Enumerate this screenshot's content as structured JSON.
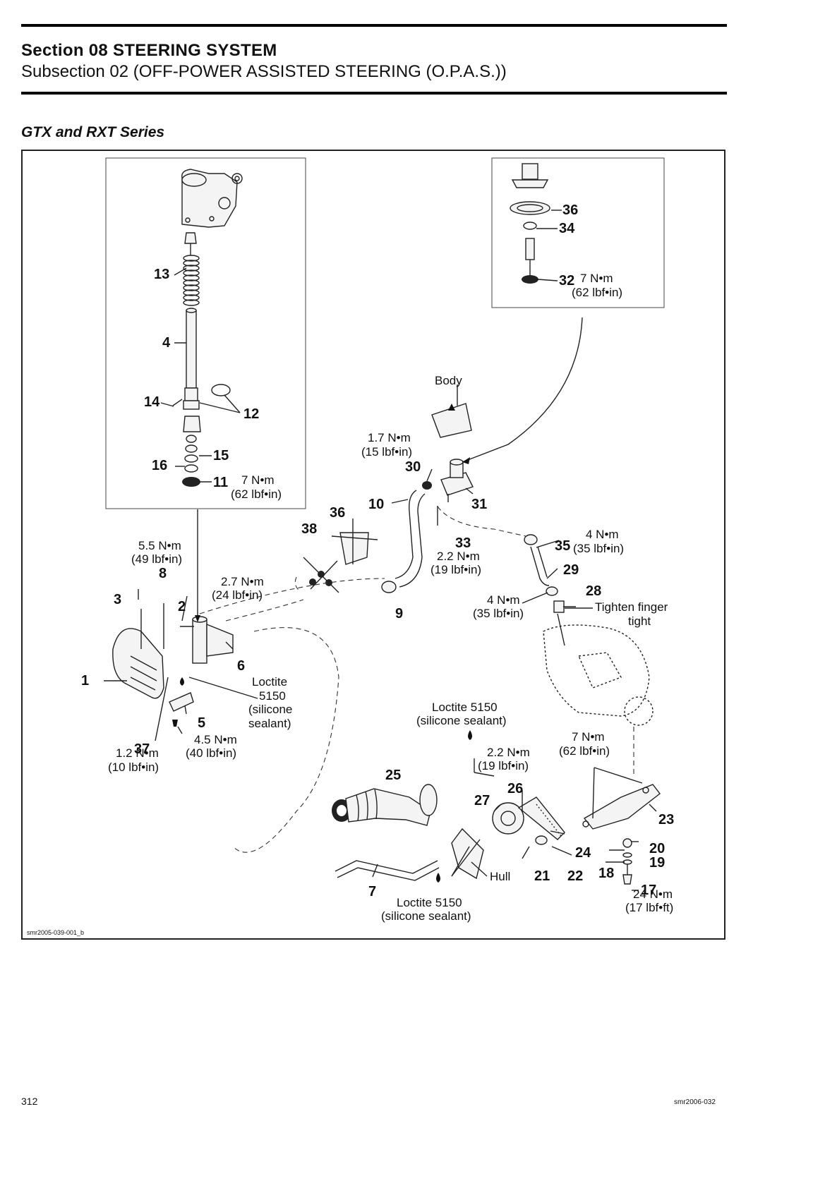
{
  "header": {
    "section": "Section 08 STEERING SYSTEM",
    "subsection": "Subsection 02 (OFF-POWER ASSISTED STEERING (O.P.A.S.))"
  },
  "series_heading": "GTX and RXT Series",
  "figure": {
    "figure_code": "smr2005-039-001_b",
    "parts": [
      {
        "key": "p1",
        "number": "1"
      },
      {
        "key": "p2",
        "number": "2"
      },
      {
        "key": "p3",
        "number": "3"
      },
      {
        "key": "p4",
        "number": "4"
      },
      {
        "key": "p5",
        "number": "5"
      },
      {
        "key": "p6",
        "number": "6"
      },
      {
        "key": "p7",
        "number": "7"
      },
      {
        "key": "p8",
        "number": "8"
      },
      {
        "key": "p9",
        "number": "9"
      },
      {
        "key": "p10",
        "number": "10"
      },
      {
        "key": "p11",
        "number": "11"
      },
      {
        "key": "p12",
        "number": "12"
      },
      {
        "key": "p13",
        "number": "13"
      },
      {
        "key": "p14",
        "number": "14"
      },
      {
        "key": "p15",
        "number": "15"
      },
      {
        "key": "p16",
        "number": "16"
      },
      {
        "key": "p17",
        "number": "17"
      },
      {
        "key": "p18",
        "number": "18"
      },
      {
        "key": "p19",
        "number": "19"
      },
      {
        "key": "p20",
        "number": "20"
      },
      {
        "key": "p21",
        "number": "21"
      },
      {
        "key": "p22",
        "number": "22"
      },
      {
        "key": "p23",
        "number": "23"
      },
      {
        "key": "p24",
        "number": "24"
      },
      {
        "key": "p25",
        "number": "25"
      },
      {
        "key": "p26",
        "number": "26"
      },
      {
        "key": "p27",
        "number": "27"
      },
      {
        "key": "p28",
        "number": "28"
      },
      {
        "key": "p29",
        "number": "29"
      },
      {
        "key": "p30",
        "number": "30"
      },
      {
        "key": "p31",
        "number": "31"
      },
      {
        "key": "p32",
        "number": "32"
      },
      {
        "key": "p33",
        "number": "33"
      },
      {
        "key": "p34",
        "number": "34"
      },
      {
        "key": "p35",
        "number": "35"
      },
      {
        "key": "p36a",
        "number": "36"
      },
      {
        "key": "p36b",
        "number": "36"
      },
      {
        "key": "p37",
        "number": "37"
      },
      {
        "key": "p38",
        "number": "38"
      }
    ],
    "torque_specs": [
      {
        "key": "t11",
        "metric": "7 N•m",
        "imperial": "(62 lbf•in)"
      },
      {
        "key": "t32",
        "metric": "7 N•m",
        "imperial": "(62 lbf•in)"
      },
      {
        "key": "t30",
        "metric": "1.7 N•m",
        "imperial": "(15 lbf•in)"
      },
      {
        "key": "t8",
        "metric": "5.5 N•m",
        "imperial": "(49 lbf•in)"
      },
      {
        "key": "t2",
        "metric": "2.7 N•m",
        "imperial": "(24 lbf•in)"
      },
      {
        "key": "t33",
        "metric": "2.2 N•m",
        "imperial": "(19 lbf•in)"
      },
      {
        "key": "t35",
        "metric": "4 N•m",
        "imperial": "(35 lbf•in)"
      },
      {
        "key": "t9",
        "metric": "4 N•m",
        "imperial": "(35 lbf•in)"
      },
      {
        "key": "t5",
        "metric": "4.5 N•m",
        "imperial": "(40 lbf•in)"
      },
      {
        "key": "t37",
        "metric": "1.2 N•m",
        "imperial": "(10 lbf•in)"
      },
      {
        "key": "t26",
        "metric": "2.2 N•m",
        "imperial": "(19 lbf•in)"
      },
      {
        "key": "t23",
        "metric": "7 N•m",
        "imperial": "(62 lbf•in)"
      },
      {
        "key": "t17",
        "metric": "24 N•m",
        "imperial": "(17 lbf•ft)"
      }
    ],
    "notes": {
      "body": "Body",
      "hull": "Hull",
      "tighten_finger": "Tighten finger",
      "tighten_tight": "tight",
      "loctite_left": [
        "Loctite",
        "5150",
        "(silicone",
        "sealant)"
      ],
      "loctite_mid": [
        "Loctite 5150",
        "(silicone sealant)"
      ],
      "loctite_bottom": [
        "Loctite 5150",
        "(silicone sealant)"
      ]
    }
  },
  "footer": {
    "page_number": "312",
    "doc_code": "smr2006-032"
  }
}
